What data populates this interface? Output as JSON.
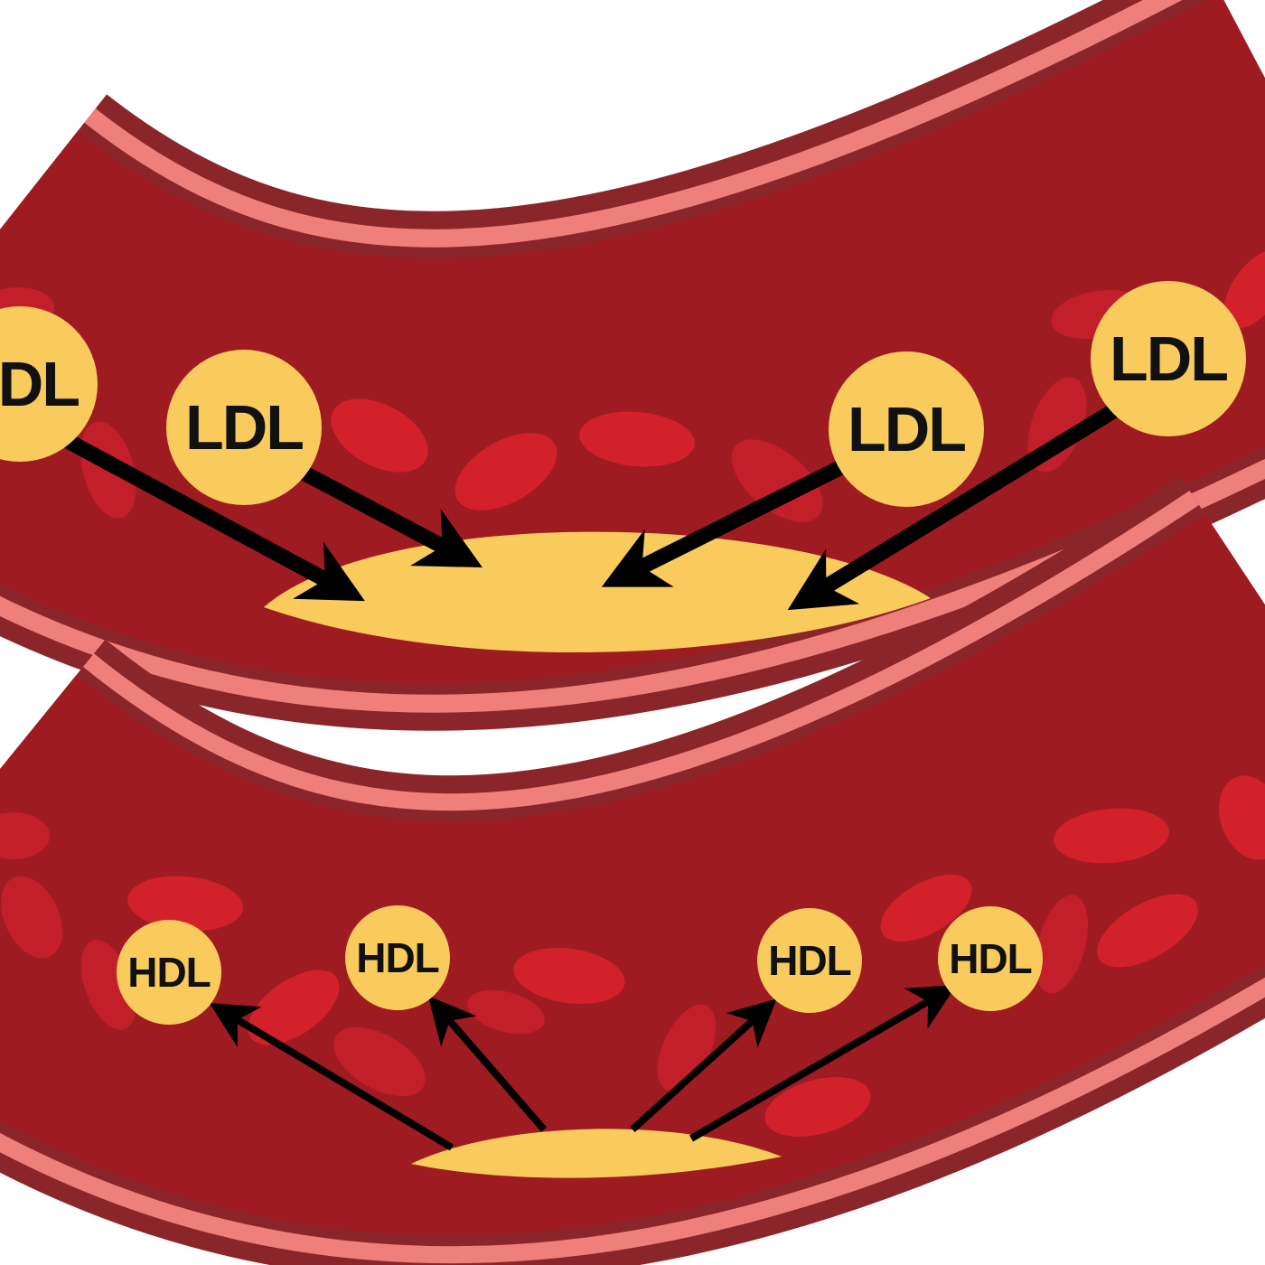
{
  "colors": {
    "background": "#ffffff",
    "vessel_wall_dark": "#8a2529",
    "vessel_wall_light": "#ef7f7b",
    "blood": "#9e1b22",
    "red_blood_cell": "#d3212c",
    "plaque": "#f9cb5c",
    "lipid_particle": "#f9cb5c",
    "arrow": "#000000"
  },
  "top_vessel": {
    "particle_label": "LDL",
    "particles": [
      "LDL",
      "LDL",
      "LDL",
      "LDL"
    ]
  },
  "bottom_vessel": {
    "particle_label": "HDL",
    "particles": [
      "HDL",
      "HDL",
      "HDL",
      "HDL"
    ]
  }
}
